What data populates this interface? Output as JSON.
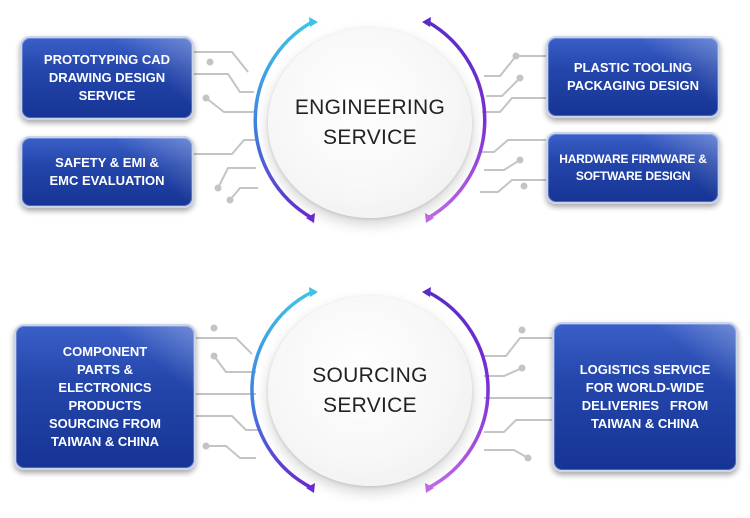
{
  "engineering": {
    "hub": [
      "ENGINEERING",
      "SERVICE"
    ],
    "boxes": {
      "top_left": [
        "PROTOTYPING CAD",
        "DRAWING DESIGN",
        "SERVICE"
      ],
      "bottom_left": [
        "SAFETY & EMI &",
        "EMC EVALUATION"
      ],
      "top_right": [
        "PLASTIC TOOLING",
        "PACKAGING DESIGN"
      ],
      "bottom_right": [
        "HARDWARE FIRMWARE &",
        "SOFTWARE DESIGN"
      ]
    }
  },
  "sourcing": {
    "hub": [
      "SOURCING",
      "SERVICE"
    ],
    "boxes": {
      "left": [
        "COMPONENT",
        "PARTS &",
        "ELECTRONICS",
        "PRODUCTS",
        "SOURCING FROM",
        "TAIWAN & CHINA"
      ],
      "right": [
        "LOGISTICS SERVICE",
        "FOR WORLD-WIDE",
        "DELIVERIES   FROM",
        "TAIWAN & CHINA"
      ]
    }
  },
  "colors": {
    "box_blue": "#2446ab",
    "arc_cyan": "#3ec3e6",
    "arc_purple": "#6a2bd1",
    "arc_violet": "#b15ce3",
    "connector_gray": "#c4c4c4"
  }
}
